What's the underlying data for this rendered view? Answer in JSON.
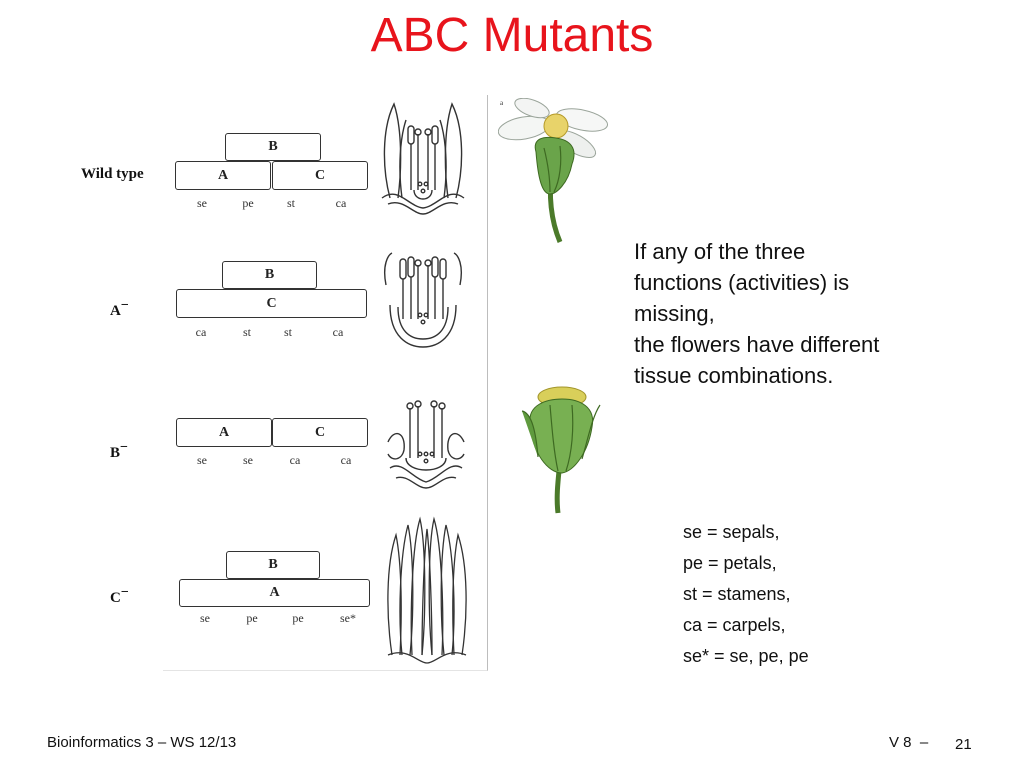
{
  "slide": {
    "title": "ABC Mutants",
    "description": [
      "If any of the three",
      "functions (activities) is",
      "missing,",
      "the flowers have different",
      "tissue combinations."
    ],
    "legend": [
      "se = sepals,",
      "pe = petals,",
      "st = stamens,",
      "ca = carpels,",
      "se* = se, pe, pe"
    ],
    "footer": {
      "left": "Bioinformatics 3 – WS 12/13",
      "right": "V 8  –",
      "page": "21"
    }
  },
  "figure": {
    "corner_mark": "a",
    "rows": [
      {
        "label": "Wild type",
        "sup": "",
        "boxes": [
          "B",
          "A",
          "C"
        ],
        "whorls": [
          "se",
          "pe",
          "st",
          "ca"
        ]
      },
      {
        "label": "A",
        "sup": "−",
        "boxes": [
          "B",
          "C"
        ],
        "whorls": [
          "ca",
          "st",
          "st",
          "ca"
        ]
      },
      {
        "label": "B",
        "sup": "−",
        "boxes": [
          "A",
          "C"
        ],
        "whorls": [
          "se",
          "se",
          "ca",
          "ca"
        ]
      },
      {
        "label": "C",
        "sup": "−",
        "boxes": [
          "B",
          "A"
        ],
        "whorls": [
          "se",
          "pe",
          "pe",
          "se*"
        ]
      }
    ]
  },
  "colors": {
    "title": "#e8141c",
    "text": "#111111"
  }
}
